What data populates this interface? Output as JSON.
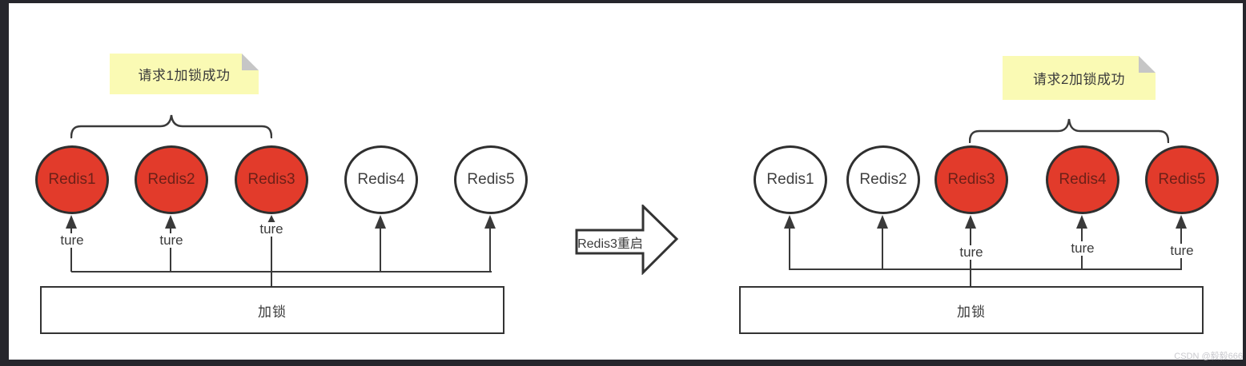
{
  "left_panel": {
    "note_label": "请求1加锁成功",
    "lock_box_label": "加锁",
    "nodes": [
      {
        "label": "Redis1",
        "locked": true,
        "result": "ture"
      },
      {
        "label": "Redis2",
        "locked": true,
        "result": "ture"
      },
      {
        "label": "Redis3",
        "locked": true,
        "result": "ture"
      },
      {
        "label": "Redis4",
        "locked": false
      },
      {
        "label": "Redis5",
        "locked": false
      }
    ]
  },
  "transition_arrow": {
    "label": "Redis3重启"
  },
  "right_panel": {
    "note_label": "请求2加锁成功",
    "lock_box_label": "加锁",
    "nodes": [
      {
        "label": "Redis1",
        "locked": false
      },
      {
        "label": "Redis2",
        "locked": false
      },
      {
        "label": "Redis3",
        "locked": true,
        "result": "ture"
      },
      {
        "label": "Redis4",
        "locked": true,
        "result": "ture"
      },
      {
        "label": "Redis5",
        "locked": true,
        "result": "ture"
      }
    ]
  },
  "watermark": "CSDN @毅毅666",
  "colors": {
    "locked_fill": "#e23b2b",
    "unlocked_fill": "#ffffff",
    "note_bg": "#fafab4",
    "line": "#3a3a3a",
    "frame": "#26262c"
  }
}
